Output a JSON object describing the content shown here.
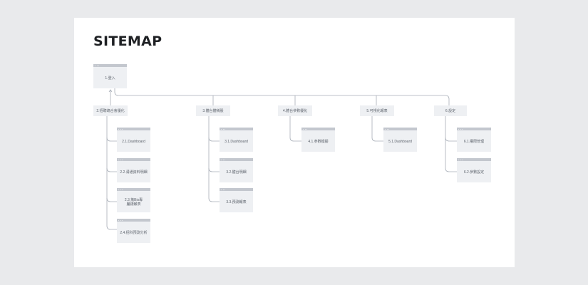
{
  "title": "SITEMAP",
  "root": {
    "label": "1.登入"
  },
  "sections": [
    {
      "label": "2.招聘總合會優化",
      "children": [
        "2.1.Dashboard",
        "2.2.溝通資料明細",
        "2.3.蒐Bis專屬錢報表",
        "2.4.招科預測分析"
      ]
    },
    {
      "label": "3.體台體稱股",
      "children": [
        "3.1.Dashboard",
        "3.2.體台明細",
        "3.3.預測報表"
      ]
    },
    {
      "label": "4.體台參數優化",
      "children": [
        "4.1.參數模擬"
      ]
    },
    {
      "label": "5.可視化報表",
      "children": [
        "5.1.Dashboard"
      ]
    },
    {
      "label": "6.設定",
      "children": [
        "6.1.權限管理",
        "6.2.參數設定"
      ]
    }
  ]
}
